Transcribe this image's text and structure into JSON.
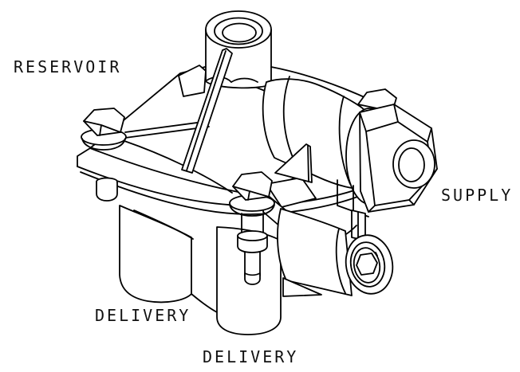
{
  "diagram": {
    "type": "isometric-technical-line-drawing",
    "subject": "relay-valve-with-labeled-ports",
    "colors": {
      "line": "#000000",
      "background": "#ffffff",
      "text": "#111111"
    },
    "labels": {
      "reservoir": "RESERVOIR",
      "supply": "SUPPLY",
      "delivery_left": "DELIVERY",
      "delivery_bottom": "DELIVERY"
    }
  }
}
